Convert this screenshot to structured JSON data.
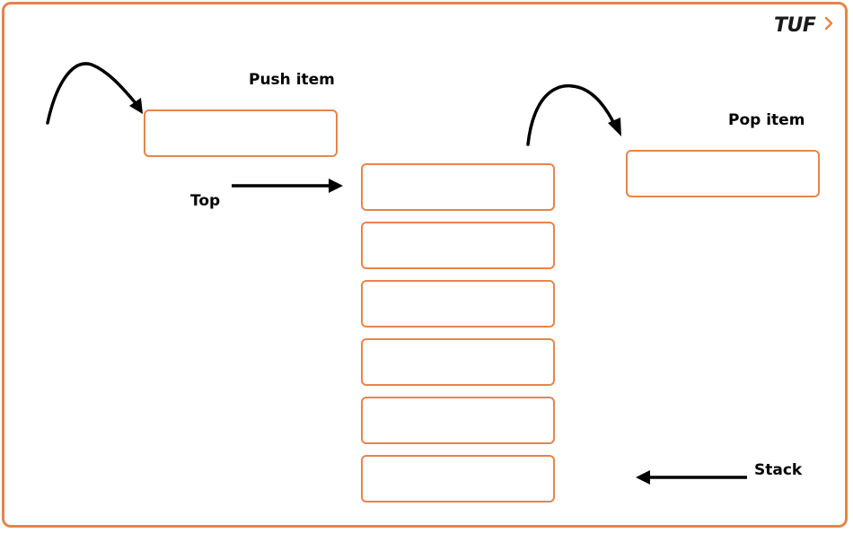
{
  "labels": {
    "push": "Push item",
    "top": "Top",
    "pop": "Pop item",
    "stack": "Stack"
  },
  "logo": {
    "text": "TUF",
    "icon": "chevron-right-icon"
  },
  "colors": {
    "accent": "#E8844A",
    "arrow": "#000000"
  },
  "stack": {
    "slot_count": 6
  }
}
